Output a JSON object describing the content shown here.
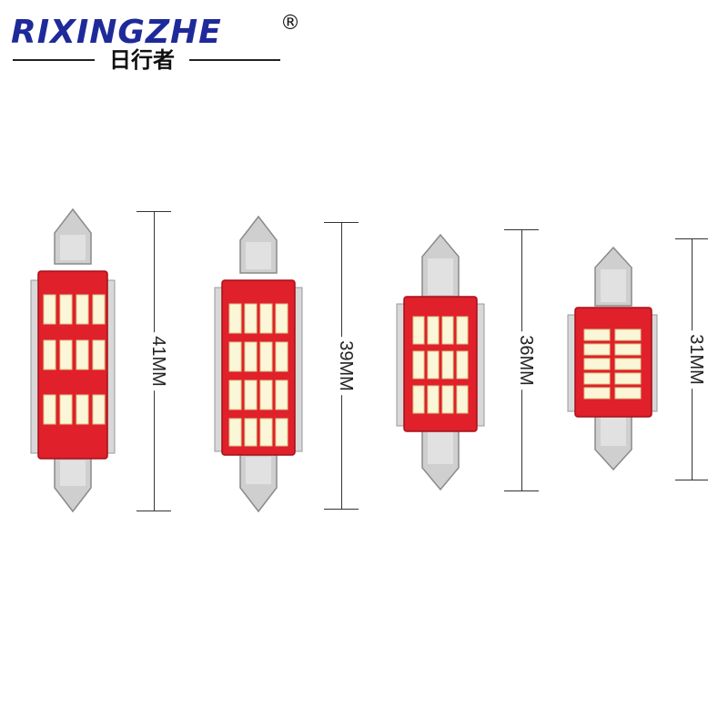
{
  "brand": {
    "name": "RIXINGZHE",
    "registered_mark": "®",
    "subtitle": "日行者"
  },
  "products": [
    {
      "size_label": "41MM",
      "leds": 12
    },
    {
      "size_label": "39MM",
      "leds": 16
    },
    {
      "size_label": "36MM",
      "leds": 12
    },
    {
      "size_label": "31MM",
      "leds": 10
    }
  ],
  "colors": {
    "brand_blue": "#1f2a9a",
    "pcb_red": "#e0202a",
    "led_white": "#fbf6d8",
    "metal": "#c9c9c9"
  }
}
